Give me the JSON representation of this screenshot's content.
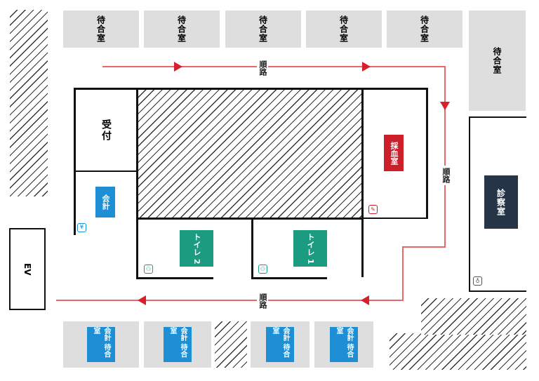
{
  "rooms": {
    "waiting_top": [
      "待合室",
      "待合室",
      "待合室",
      "待合室",
      "待合室"
    ],
    "waiting_right": "待合室",
    "reception": "受付",
    "cashier": "会計",
    "blood_draw": "採血室",
    "exam": "診察室",
    "toilet1": "トイレ 1",
    "toilet2": "トイレ 2",
    "elevator": "EV",
    "cashier_waiting": [
      "会計 待合室",
      "会計 待合室",
      "会計 待合室",
      "会計 待合室"
    ]
  },
  "route": {
    "label_top": "順路",
    "label_right": "順路",
    "label_bottom": "順路"
  },
  "icons": {
    "cashier": "yen-icon",
    "blood": "syringe-icon",
    "toilet": "restroom-icon",
    "exam": "stethoscope-icon"
  },
  "colors": {
    "route": "#e8686a",
    "blood_draw": "#cc1f2a",
    "exam": "#253447",
    "toilet": "#1b9b7f",
    "cashier": "#1e8fd5",
    "room_gray": "#dedede"
  }
}
